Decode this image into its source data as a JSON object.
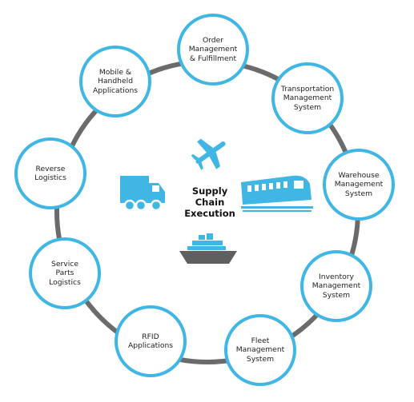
{
  "center": {
    "title": "Supply\nChain\nExecution"
  },
  "nodes": [
    {
      "label": "Order\nManagement\n& Fulfillment"
    },
    {
      "label": "Transportation\nManagement\nSystem"
    },
    {
      "label": "Warehouse\nManagement\nSystem"
    },
    {
      "label": "Inventory\nManagement\nSystem"
    },
    {
      "label": "Fleet\nManagement\nSystem"
    },
    {
      "label": "RFID\nApplications"
    },
    {
      "label": "Service\nParts\nLogistics"
    },
    {
      "label": "Reverse\nLogistics"
    },
    {
      "label": "Mobile &\nHandheld\nApplications"
    }
  ],
  "icons": [
    "airplane-icon",
    "truck-icon",
    "train-icon",
    "ship-icon"
  ],
  "colors": {
    "accent": "#3fb6e3",
    "ring": "#6b6b6b",
    "ship": "#5f5f5f"
  }
}
